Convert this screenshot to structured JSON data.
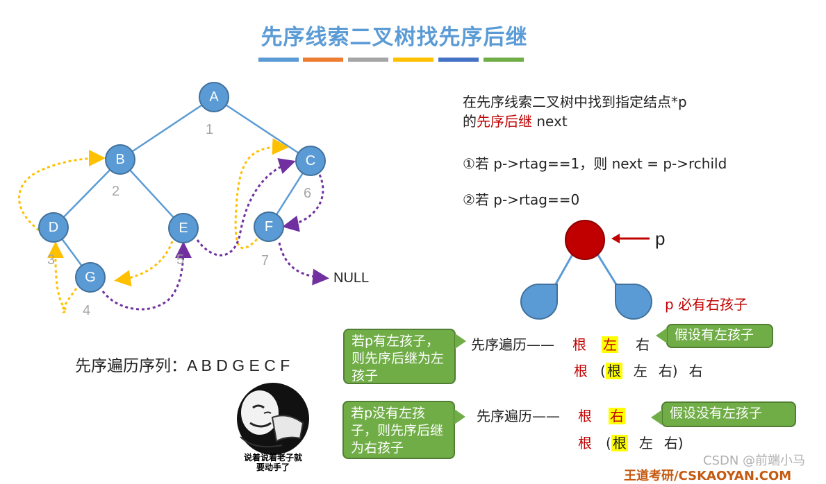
{
  "title": "先序线索二叉树找先序后继",
  "bar_colors": [
    "#5b9bd5",
    "#ed7d31",
    "#a5a5a5",
    "#ffc000",
    "#4472c4",
    "#70ad47"
  ],
  "tree": {
    "nodes": {
      "A": "A",
      "B": "B",
      "C": "C",
      "D": "D",
      "E": "E",
      "F": "F",
      "G": "G"
    },
    "order_numbers": [
      "1",
      "2",
      "3",
      "4",
      "5",
      "6",
      "7"
    ],
    "null_label": "NULL",
    "colors": {
      "node": "#5b9bd5",
      "edge": "#5b9bd5",
      "left_thread": "#ffc000",
      "right_thread": "#7030a0"
    }
  },
  "sequence": {
    "label": "先序遍历序列：",
    "value": "A B D G E C F"
  },
  "meme": {
    "caption_line1": "说着说着老子就",
    "caption_line2": "要动手了"
  },
  "description": {
    "line1": "在先序线索二叉树中找到指定结点*p",
    "line2_prefix": "的",
    "line2_highlight": "先序后继",
    "line2_suffix": " next"
  },
  "rules": {
    "rule1": "①若 p->rtag==1，则 next = p->rchild",
    "rule2": "②若 p->rtag==0"
  },
  "ptree": {
    "pointer_label": "p",
    "note": "p 必有右孩子",
    "colors": {
      "root": "#c00000",
      "child": "#5b9bd5"
    }
  },
  "case_left": {
    "callout": "若p有左孩子，则先序后继为左孩子",
    "traversal_label": "先序遍历——",
    "row1": [
      "根",
      "左",
      "右"
    ],
    "row2": {
      "a": "根",
      "open": "(",
      "b": "根",
      "c": "左",
      "d": "右)",
      "e": "右"
    },
    "assume": "假设有左孩子"
  },
  "case_noleft": {
    "callout": "若p没有左孩子，则先序后继为右孩子",
    "traversal_label": "先序遍历——",
    "row1": [
      "根",
      "右"
    ],
    "row2": {
      "a": "根",
      "open": "(",
      "b": "根",
      "c": "左",
      "d": "右)"
    },
    "assume": "假设没有左孩子"
  },
  "watermark": "CSDN @前端小马",
  "footer_partial": "王道考研/CSKAOYAN.COM"
}
